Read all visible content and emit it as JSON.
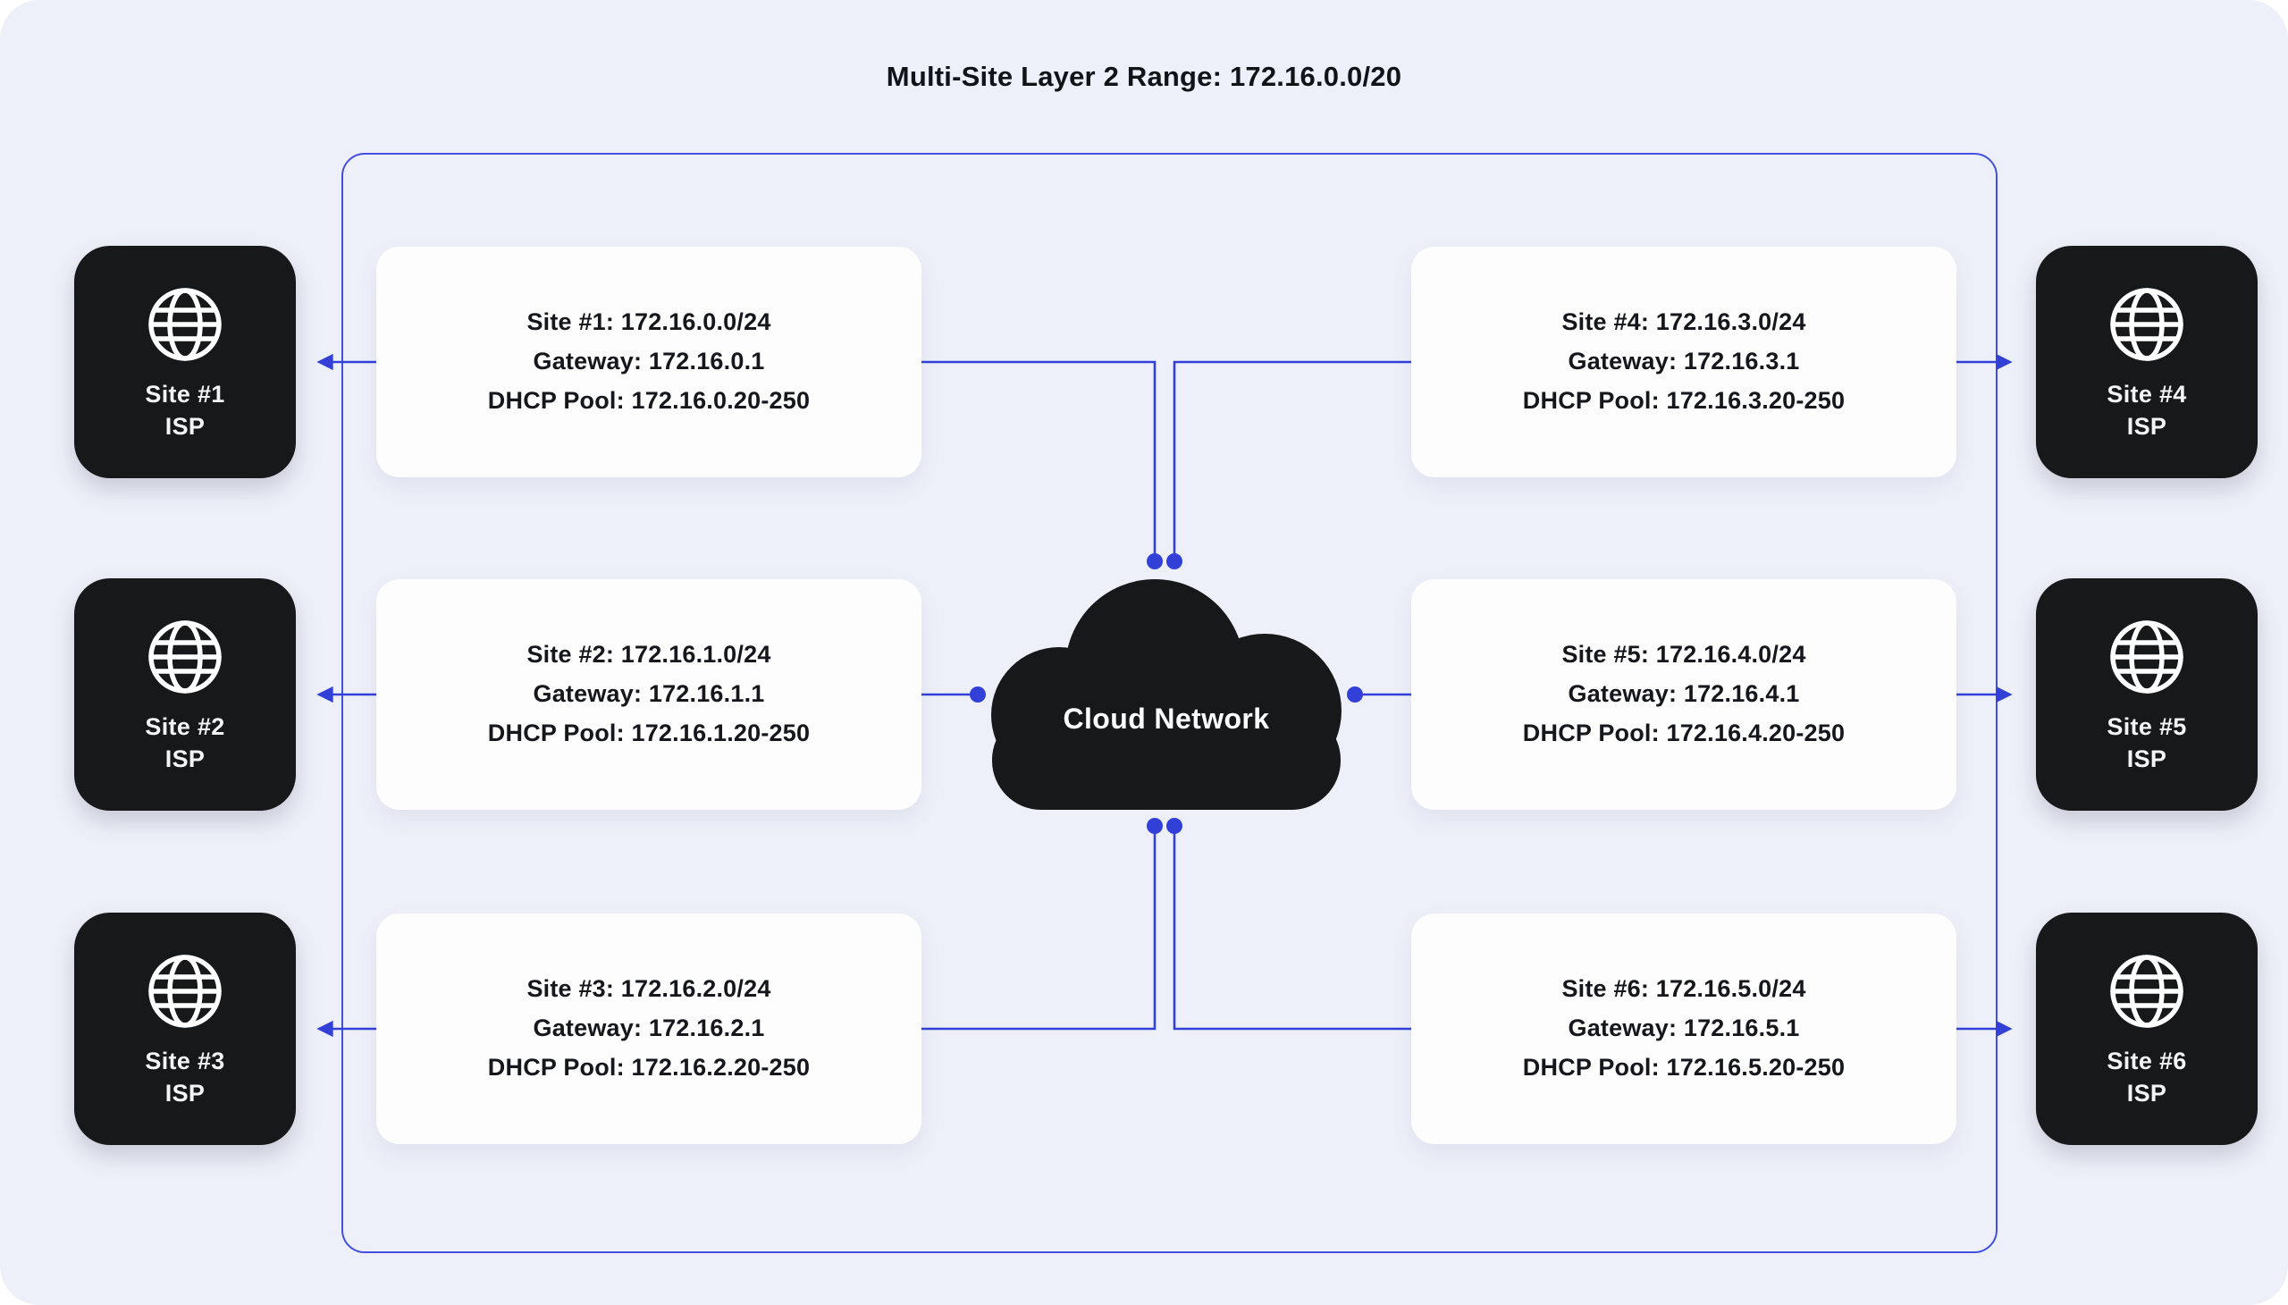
{
  "title": "Multi-Site Layer 2 Range: 172.16.0.0/20",
  "cloud_label": "Cloud Network",
  "colors": {
    "accent": "#3240d8",
    "node_bg": "#17181a",
    "card_bg": "#fdfdfe",
    "page_bg": "#eef0f9",
    "boundary_border": "#4250dd"
  },
  "sites": [
    {
      "subnet": "Site #1: 172.16.0.0/24",
      "gateway": "Gateway: 172.16.0.1",
      "dhcp": "DHCP Pool: 172.16.0.20-250",
      "isp_name": "Site #1",
      "isp_label": "ISP"
    },
    {
      "subnet": "Site #2: 172.16.1.0/24",
      "gateway": "Gateway: 172.16.1.1",
      "dhcp": "DHCP Pool: 172.16.1.20-250",
      "isp_name": "Site #2",
      "isp_label": "ISP"
    },
    {
      "subnet": "Site #3: 172.16.2.0/24",
      "gateway": "Gateway: 172.16.2.1",
      "dhcp": "DHCP Pool: 172.16.2.20-250",
      "isp_name": "Site #3",
      "isp_label": "ISP"
    },
    {
      "subnet": "Site #4: 172.16.3.0/24",
      "gateway": "Gateway: 172.16.3.1",
      "dhcp": "DHCP Pool: 172.16.3.20-250",
      "isp_name": "Site #4",
      "isp_label": "ISP"
    },
    {
      "subnet": "Site #5: 172.16.4.0/24",
      "gateway": "Gateway: 172.16.4.1",
      "dhcp": "DHCP Pool: 172.16.4.20-250",
      "isp_name": "Site #5",
      "isp_label": "ISP"
    },
    {
      "subnet": "Site #6: 172.16.5.0/24",
      "gateway": "Gateway: 172.16.5.1",
      "dhcp": "DHCP Pool: 172.16.5.20-250",
      "isp_name": "Site #6",
      "isp_label": "ISP"
    }
  ]
}
